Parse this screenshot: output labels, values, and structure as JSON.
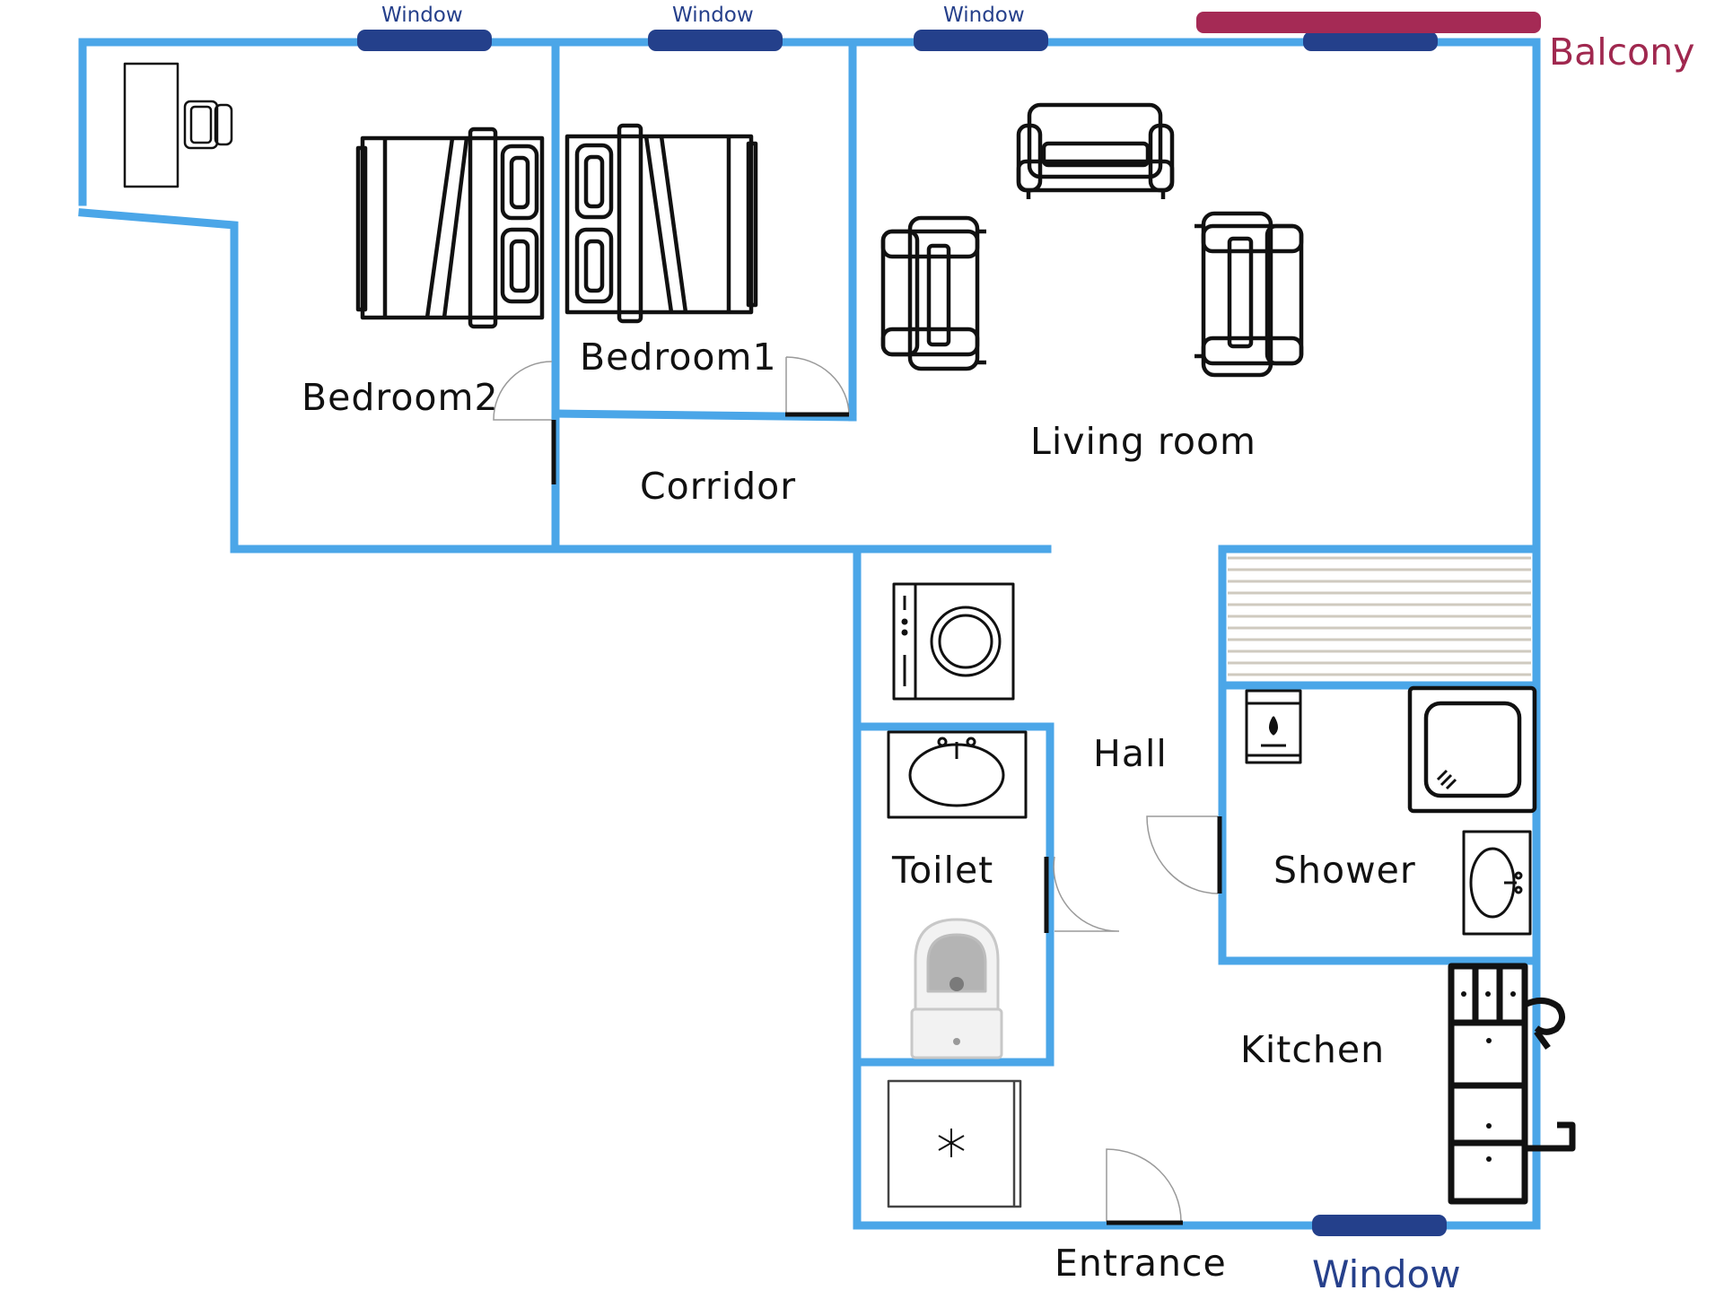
{
  "colors": {
    "wall": "#4ba6e8",
    "window": "#24408b",
    "balcony": "#a52a55",
    "furniture": "#111111",
    "door": "#777777"
  },
  "rooms": {
    "bedroom2": "Bedroom2",
    "bedroom1": "Bedroom1",
    "living_room": "Living room",
    "corridor": "Corridor",
    "hall": "Hall",
    "toilet": "Toilet",
    "shower": "Shower",
    "kitchen": "Kitchen",
    "entrance": "Entrance"
  },
  "windows": {
    "top1": "Window",
    "top2": "Window",
    "top3": "Window",
    "bottom": "Window"
  },
  "balcony": "Balcony",
  "icons": [
    "desk-icon",
    "office-chair-icon",
    "double-bed-icon",
    "sofa-icon",
    "armchair-icon",
    "washing-machine-icon",
    "sink-icon",
    "toilet-bowl-icon",
    "water-heater-icon",
    "shower-tray-icon",
    "fridge-icon",
    "kitchen-cabinet-icon",
    "stairs-icon"
  ]
}
